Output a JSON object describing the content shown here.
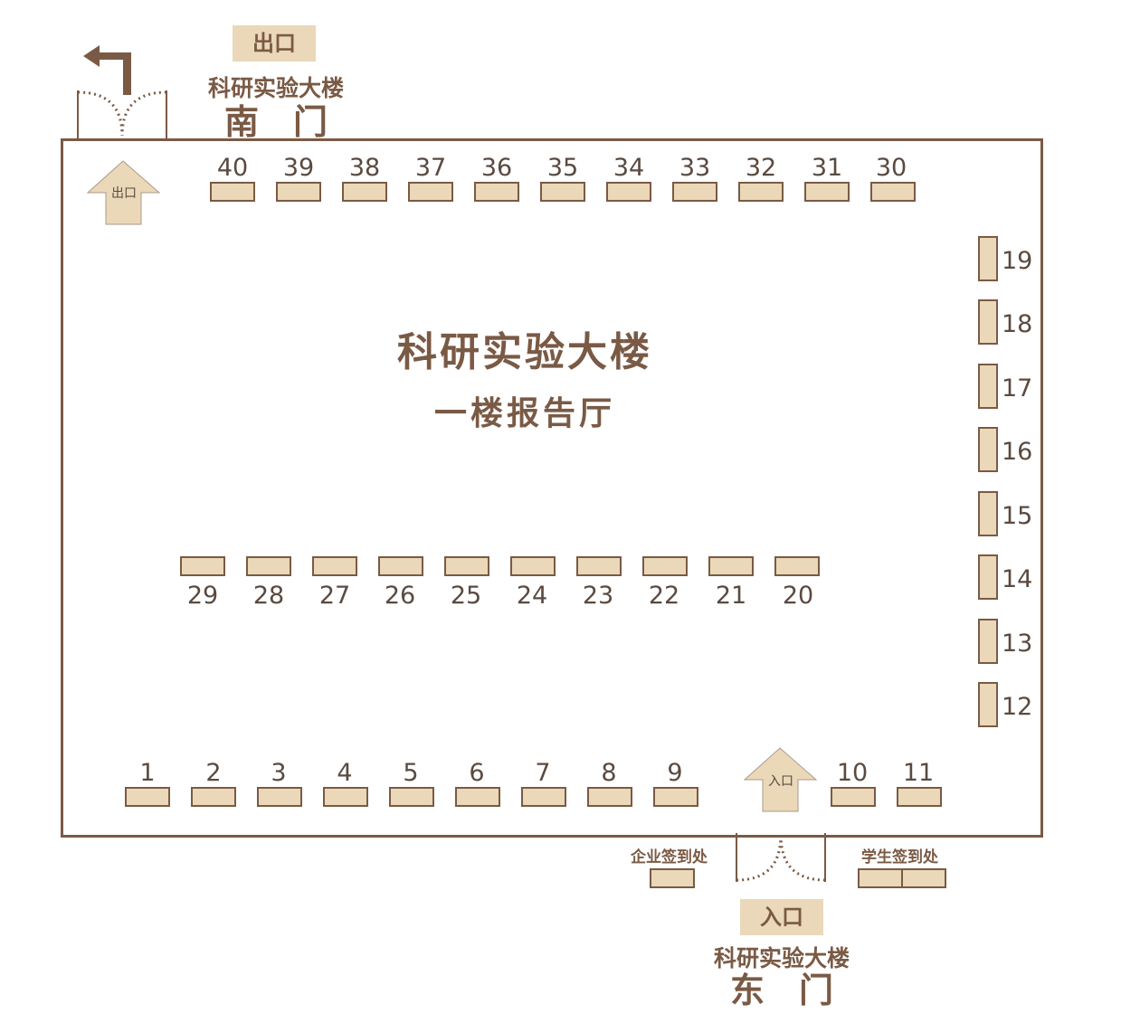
{
  "hall": {
    "title": "科研实验大楼",
    "subtitle": "一楼报告厅"
  },
  "south_gate": {
    "tag": "出口",
    "building": "科研实验大楼",
    "gate": "南　门",
    "inner_arrow": "出口"
  },
  "east_gate": {
    "tag": "入口",
    "building": "科研实验大楼",
    "gate": "东　门",
    "inner_arrow": "入口"
  },
  "desks": {
    "company": "企业签到处",
    "student": "学生签到处"
  },
  "booths": {
    "top": [
      "40",
      "39",
      "38",
      "37",
      "36",
      "35",
      "34",
      "33",
      "32",
      "31",
      "30"
    ],
    "middle": [
      "29",
      "28",
      "27",
      "26",
      "25",
      "24",
      "23",
      "22",
      "21",
      "20"
    ],
    "right": [
      "19",
      "18",
      "17",
      "16",
      "15",
      "14",
      "13",
      "12"
    ],
    "bottom_left": [
      "1",
      "2",
      "3",
      "4",
      "5",
      "6",
      "7",
      "8",
      "9"
    ],
    "bottom_right": [
      "10",
      "11"
    ]
  },
  "colors": {
    "brown": "#7a5a45",
    "booth_fill": "#ead8b8",
    "number_text": "#5a4a40"
  }
}
